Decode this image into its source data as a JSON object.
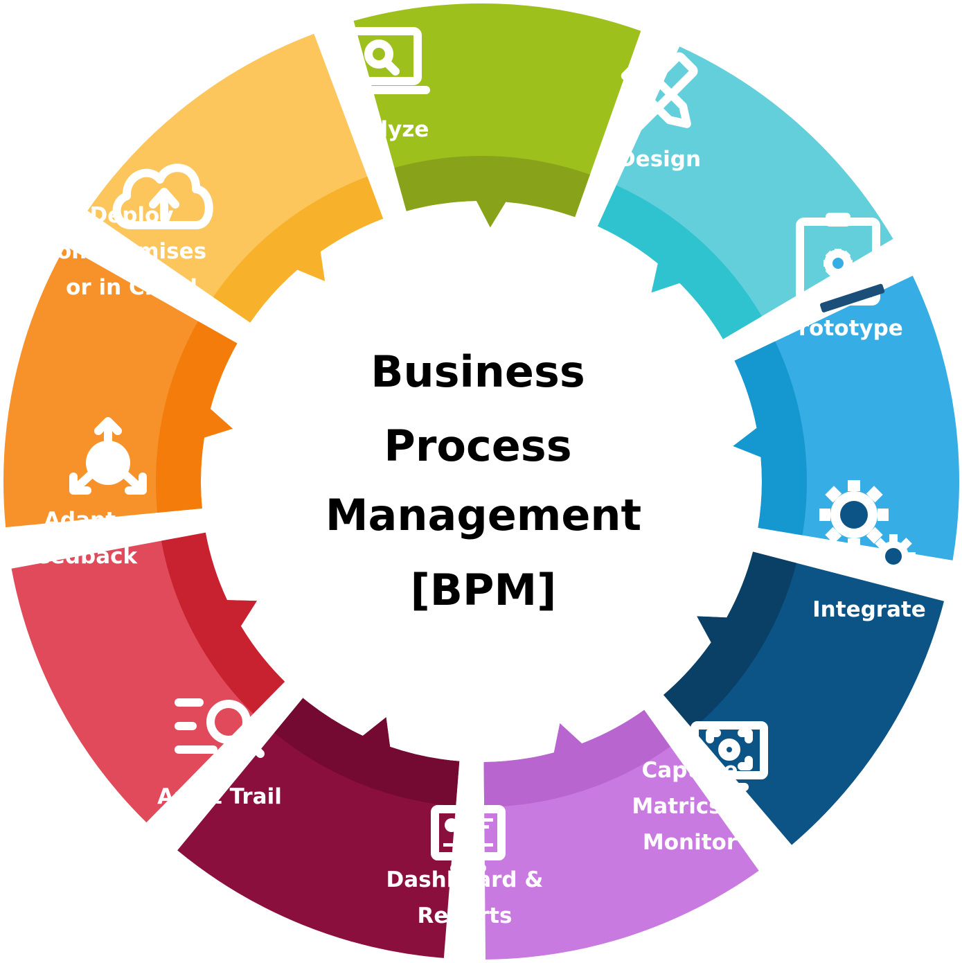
{
  "center": {
    "lines": [
      "Business",
      "Process",
      "Management",
      "[BPM]"
    ]
  },
  "segments": [
    {
      "id": "analyze",
      "icon": "laptop-search-icon",
      "color": "#9dc01c",
      "shade": "#88a31a",
      "lines": [
        "Analyze"
      ]
    },
    {
      "id": "design",
      "icon": "pencil-ruler-icon",
      "color": "#62cfda",
      "shade": "#2fc2cf",
      "lines": [
        "Design"
      ]
    },
    {
      "id": "prototype",
      "icon": "clipboard-gear-icon",
      "color": "#36ade4",
      "shade": "#1597cf",
      "lines": [
        "Prototype"
      ]
    },
    {
      "id": "integrate",
      "icon": "gears-icon",
      "color": "#0b5485",
      "shade": "#0a3f66",
      "lines": [
        "Integrate"
      ]
    },
    {
      "id": "capture",
      "icon": "monitor-camera-icon",
      "color": "#c97ae0",
      "shade": "#b865d0",
      "lines": [
        "Capture",
        "Matrics &",
        "Monitor"
      ]
    },
    {
      "id": "dashboard",
      "icon": "dashboard-monitor-icon",
      "color": "#8b0f3d",
      "shade": "#740a31",
      "lines": [
        "Dashboard &",
        "Reports"
      ]
    },
    {
      "id": "audit",
      "icon": "list-search-icon",
      "color": "#e04a5a",
      "shade": "#c8212f",
      "lines": [
        "Audit Trail"
      ]
    },
    {
      "id": "adapt",
      "icon": "arrows-split-icon",
      "color": "#f7922b",
      "shade": "#f47c0a",
      "lines": [
        "Adapt",
        "Feedback"
      ]
    },
    {
      "id": "deploy",
      "icon": "cloud-upload-icon",
      "color": "#fdc65c",
      "shade": "#f8b12a",
      "lines": [
        "Deploy",
        "on-Premises",
        "or in Cloud"
      ]
    }
  ]
}
